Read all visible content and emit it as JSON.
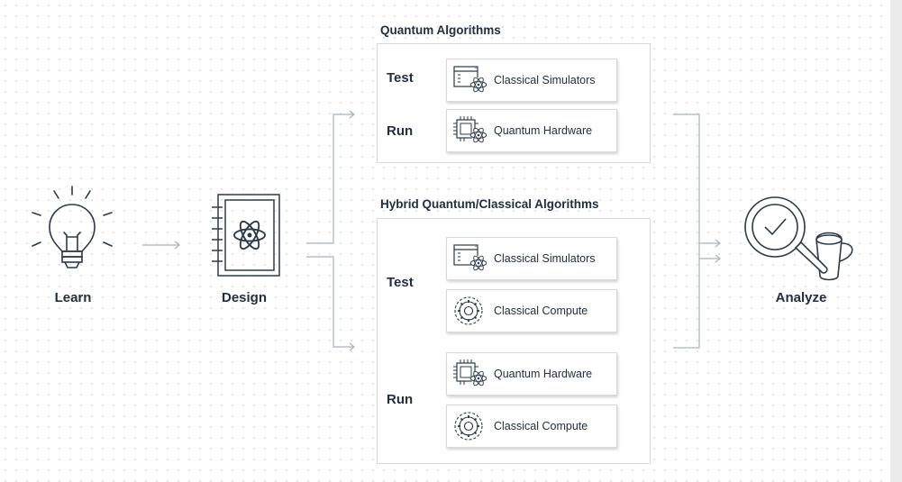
{
  "stages": {
    "learn": {
      "label": "Learn",
      "icon": "lightbulb-icon"
    },
    "design": {
      "label": "Design",
      "icon": "notebook-atom-icon"
    },
    "analyze": {
      "label": "Analyze",
      "icon": "magnifier-bucket-icon"
    }
  },
  "quantum_algorithms": {
    "title": "Quantum Algorithms",
    "rows": [
      {
        "label": "Test",
        "cards": [
          {
            "label": "Classical Simulators",
            "icon": "simulator-atom-icon"
          }
        ]
      },
      {
        "label": "Run",
        "cards": [
          {
            "label": "Quantum Hardware",
            "icon": "chip-atom-icon"
          }
        ]
      }
    ]
  },
  "hybrid_algorithms": {
    "title": "Hybrid Quantum/Classical Algorithms",
    "rows": [
      {
        "label": "Test",
        "cards": [
          {
            "label": "Classical Simulators",
            "icon": "simulator-atom-icon"
          },
          {
            "label": "Classical Compute",
            "icon": "compute-gear-icon"
          }
        ]
      },
      {
        "label": "Run",
        "cards": [
          {
            "label": "Quantum Hardware",
            "icon": "chip-atom-icon"
          },
          {
            "label": "Classical Compute",
            "icon": "compute-gear-icon"
          }
        ]
      }
    ]
  },
  "colors": {
    "icon_stroke": "#2b3a4a",
    "connector": "#a8b3bd",
    "border": "#d5dbdb",
    "text": "#232f3e"
  }
}
